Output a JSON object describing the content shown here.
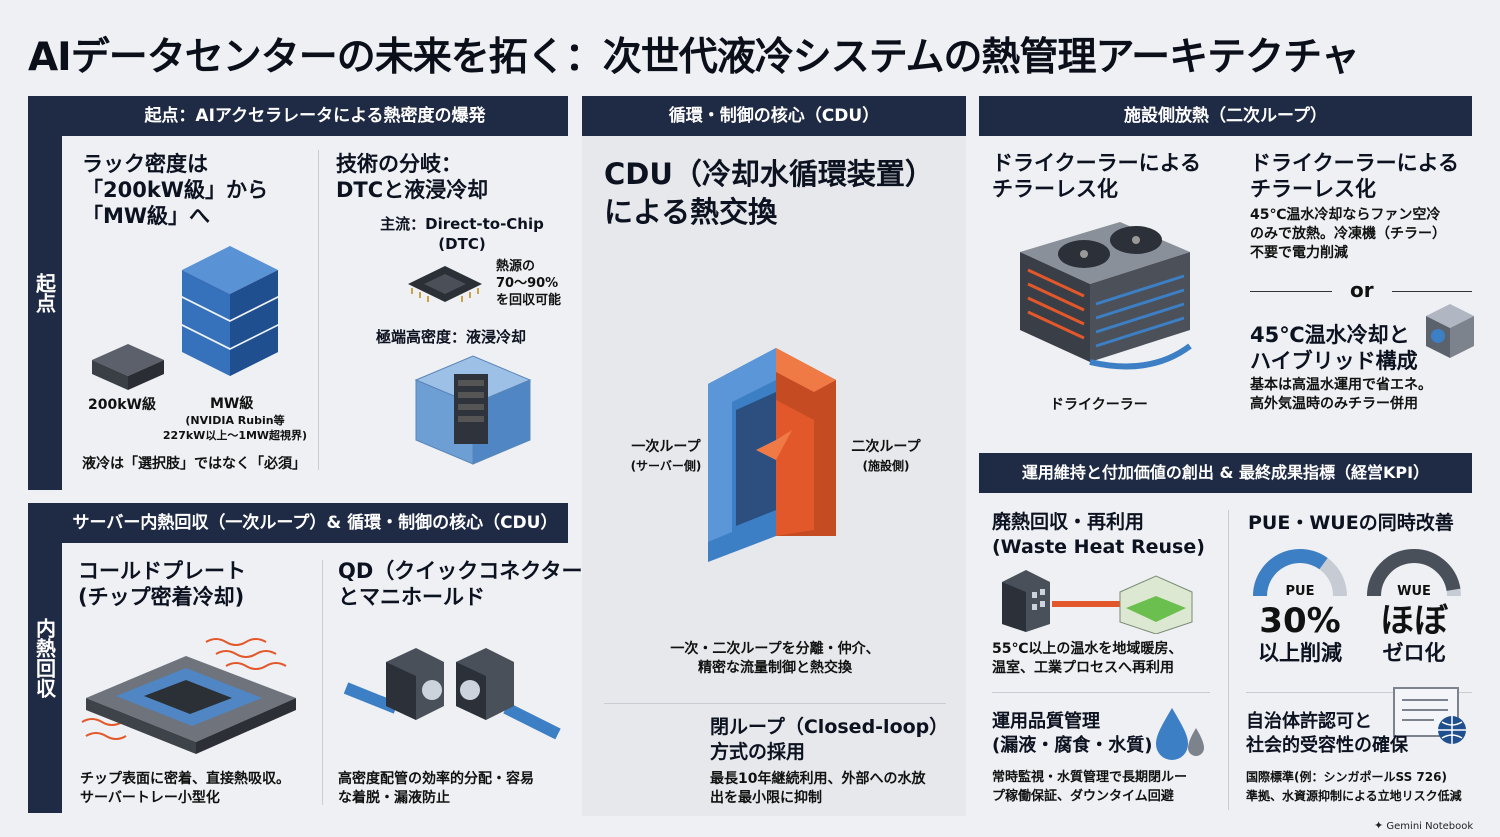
{
  "title": "AIデータセンターの未来を拓く：次世代液冷システムの熱管理アーキテクチャ",
  "side_tabs": {
    "origin": "起点",
    "internal": "内熱回収"
  },
  "sec1": {
    "header": "起点：AIアクセラレータによる熱密度の爆発",
    "rack": {
      "heading": "ラック密度は「200kW級」から「MW級」へ",
      "line1": "ラック密度は",
      "line2": "「200kW級」から",
      "line3": "「MW級」へ",
      "small_label": "200kW級",
      "big_label": "MW級",
      "big_note1": "(NVIDIA Rubin等",
      "big_note2": "227kW以上〜1MW超視界)",
      "footer": "液冷は「選択肢」ではなく「必須」"
    },
    "tech": {
      "line1": "技術の分岐：",
      "line2": "DTCと液浸冷却",
      "main1": "主流：Direct-to-Chip",
      "main2": "(DTC)",
      "heat1": "熱源の",
      "heat2": "70〜90%",
      "heat3": "を回収可能",
      "extreme": "極端高密度：液浸冷却"
    }
  },
  "sec2": {
    "header": "サーバー内熱回収（一次ループ）& 循環・制御の核心（CDU）",
    "cold": {
      "line1": "コールドプレート",
      "line2": "(チップ密着冷却)",
      "desc1": "チップ表面に密着、直接熱吸収。",
      "desc2": "サーバートレー小型化"
    },
    "qd": {
      "line1": "QD（クイックコネクター）",
      "line2": "とマニホールド",
      "desc1": "高密度配管の効率的分配・容易",
      "desc2": "な着脱・漏液防止"
    }
  },
  "center": {
    "header": "循環・制御の核心（CDU）",
    "line1": "CDU（冷却水循環装置）",
    "line2": "による熱交換",
    "primary1": "一次ループ",
    "primary2": "(サーバー側)",
    "secondary1": "二次ループ",
    "secondary2": "(施設側)",
    "desc1": "一次・二次ループを分離・仲介、",
    "desc2": "精密な流量制御と熱交換",
    "closed1": "閉ループ（Closed-loop）",
    "closed2": "方式の採用",
    "closed_desc1": "最長10年継続利用、外部への水放",
    "closed_desc2": "出を最小限に抑制"
  },
  "sec3": {
    "header": "施設側放熱（二次ループ）",
    "left": {
      "line1": "ドライクーラーによる",
      "line2": "チラーレス化",
      "caption": "ドライクーラー"
    },
    "right": {
      "line1": "ドライクーラーによる",
      "line2": "チラーレス化",
      "desc1": "45℃温水冷却ならファン空冷",
      "desc2": "のみで放熱。冷凍機（チラー）",
      "desc3": "不要で電力削減",
      "or": "or",
      "hyb1": "45℃温水冷却と",
      "hyb2": "ハイブリッド構成",
      "hyb_desc1": "基本は高温水運用で省エネ。",
      "hyb_desc2": "高外気温時のみチラー併用"
    }
  },
  "sec4": {
    "header": "運用維持と付加価値の創出 & 最終成果指標（経営KPI）",
    "waste": {
      "line1": "廃熱回収・再利用",
      "line2": "(Waste Heat Reuse)",
      "desc1": "55℃以上の温水を地域暖房、",
      "desc2": "温室、工業プロセスへ再利用"
    },
    "kpi": {
      "heading": "PUE・WUEの同時改善",
      "pue_label": "PUE",
      "pue_value": "30%",
      "pue_note": "以上削減",
      "wue_label": "WUE",
      "wue_value": "ほぼ",
      "wue_note": "ゼロ化",
      "pue_fill": 0.7,
      "wue_fill": 0.95
    },
    "quality": {
      "line1": "運用品質管理",
      "line2": "(漏液・腐食・水質)",
      "desc1": "常時監視・水質管理で長期閉ルー",
      "desc2": "プ稼働保証、ダウンタイム回避"
    },
    "permit": {
      "line1": "自治体許認可と",
      "line2": "社会的受容性の確保",
      "desc1": "国際標準(例：シンガポールSS 726)",
      "desc2": "準拠、水資源抑制による立地リスク低減"
    }
  },
  "footer_brand": "Gemini Notebook",
  "colors": {
    "navy": "#1f2a44",
    "blue": "#3d7fc4",
    "orange": "#e2582a",
    "green": "#6bbf4e"
  }
}
